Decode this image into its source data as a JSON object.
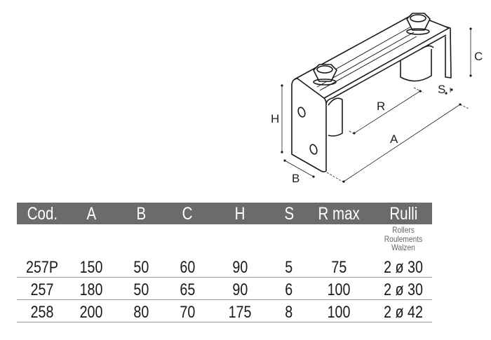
{
  "drawing": {
    "labels": {
      "H": "H",
      "B": "B",
      "A": "A",
      "R": "R",
      "C": "C",
      "S": "S"
    }
  },
  "table": {
    "headers": [
      "Cod.",
      "A",
      "B",
      "C",
      "H",
      "S",
      "R max",
      "Rulli"
    ],
    "rulli_translations": [
      "Rollers",
      "Roulements",
      "Walzen"
    ],
    "rows": [
      [
        "257P",
        "150",
        "50",
        "60",
        "90",
        "5",
        "75",
        "2 ø 30"
      ],
      [
        "257",
        "180",
        "50",
        "65",
        "90",
        "6",
        "100",
        "2 ø 30"
      ],
      [
        "258",
        "200",
        "80",
        "70",
        "175",
        "8",
        "100",
        "2 ø 42"
      ]
    ]
  }
}
